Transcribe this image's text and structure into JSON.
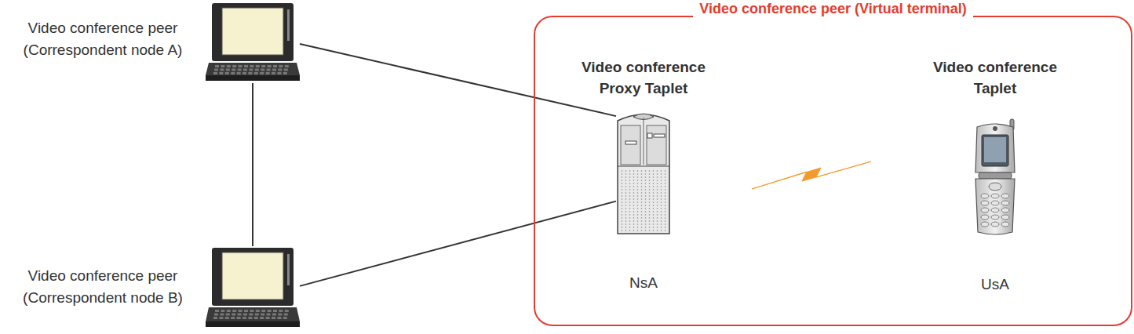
{
  "diagram": {
    "nodes": [
      {
        "text": [
          "Video conference peer (Correspondent node A)"
        ]
      },
      {
        "text": [
          "Video conference peer (Correspondent node B)"
        ]
      },
      {
        "text": [
          "Video conference peer (Virtual terminal)"
        ]
      },
      {
        "text": [
          "Video conference Proxy Taplet",
          "NsA"
        ],
        "in": 2
      },
      {
        "text": [
          "Video conference Taplet",
          "UsA"
        ],
        "in": 2
      }
    ],
    "edges": [
      {
        "from": 0,
        "to": 3,
        "arrow": "none"
      },
      {
        "from": 1,
        "to": 3,
        "arrow": "none"
      },
      {
        "from": 0,
        "to": 1,
        "arrow": "none"
      }
    ]
  }
}
